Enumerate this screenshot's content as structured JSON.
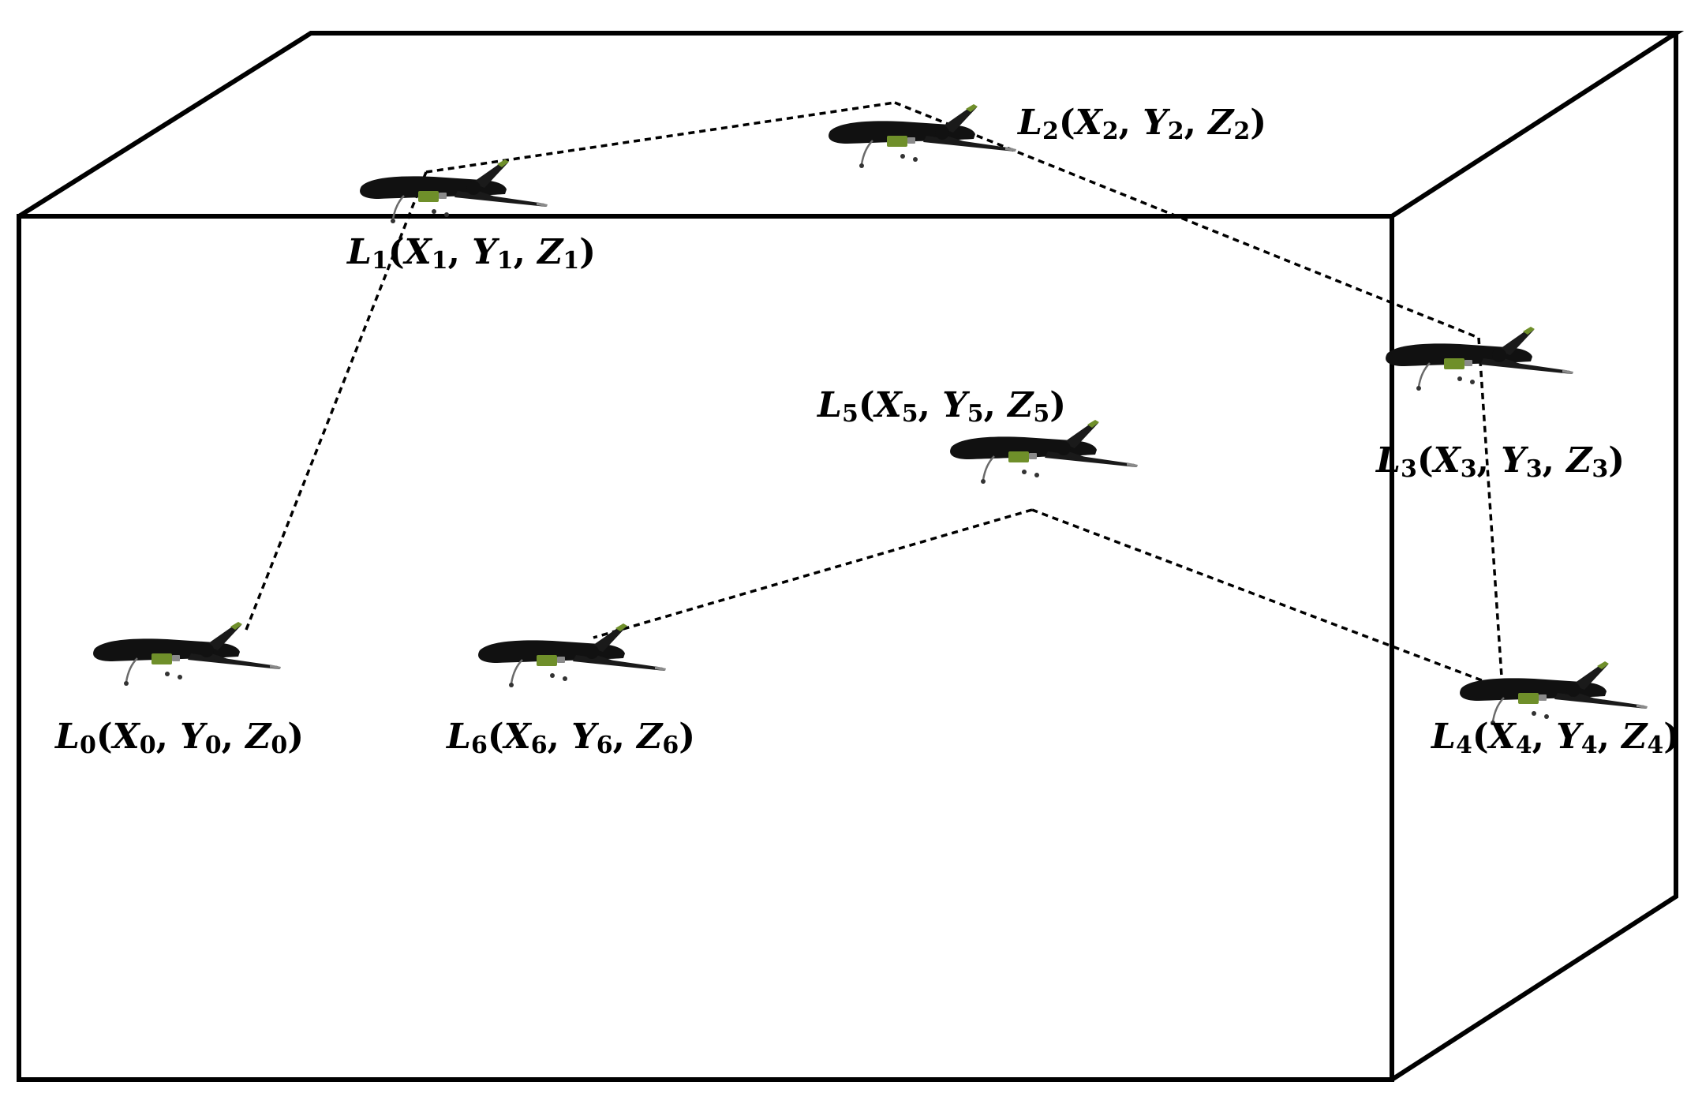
{
  "diagram": {
    "type": "3d-box-waypoint-path",
    "path_order": [
      "L0",
      "L1",
      "L2",
      "L3",
      "L4",
      "L5",
      "L6"
    ],
    "waypoints": [
      {
        "id": "L0",
        "letter": "L",
        "x_var": "X",
        "y_var": "Y",
        "z_var": "Z",
        "index": "0"
      },
      {
        "id": "L1",
        "letter": "L",
        "x_var": "X",
        "y_var": "Y",
        "z_var": "Z",
        "index": "1"
      },
      {
        "id": "L2",
        "letter": "L",
        "x_var": "X",
        "y_var": "Y",
        "z_var": "Z",
        "index": "2"
      },
      {
        "id": "L3",
        "letter": "L",
        "x_var": "X",
        "y_var": "Y",
        "z_var": "Z",
        "index": "3"
      },
      {
        "id": "L4",
        "letter": "L",
        "x_var": "X",
        "y_var": "Y",
        "z_var": "Z",
        "index": "4"
      },
      {
        "id": "L5",
        "letter": "L",
        "x_var": "X",
        "y_var": "Y",
        "z_var": "Z",
        "index": "5"
      },
      {
        "id": "L6",
        "letter": "L",
        "x_var": "X",
        "y_var": "Y",
        "z_var": "Z",
        "index": "6"
      }
    ],
    "icon": "drone-icon",
    "colors": {
      "edges": "#000000",
      "path": "#000000",
      "drone_body": "#111111",
      "drone_accent": "#6f8f2a"
    }
  }
}
